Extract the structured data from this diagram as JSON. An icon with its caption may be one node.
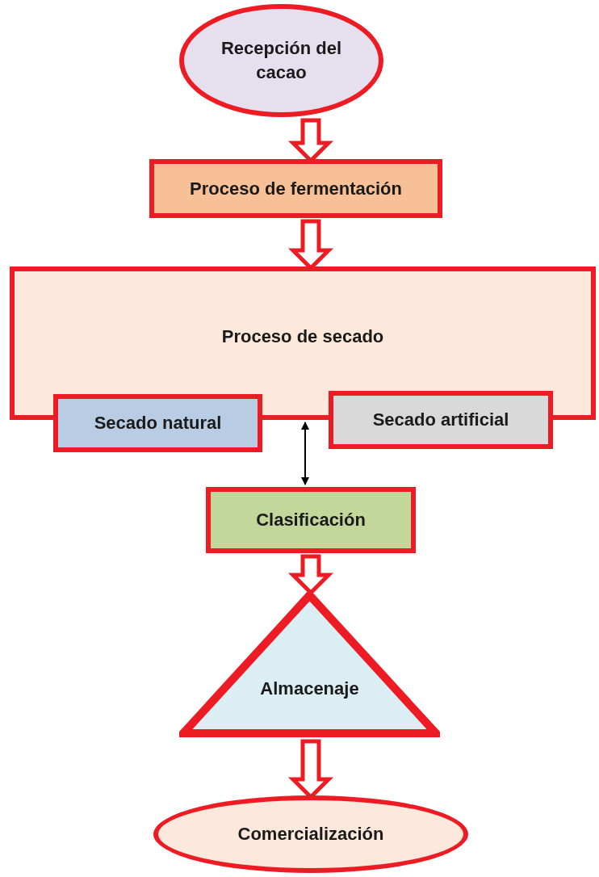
{
  "diagram": {
    "nodes": [
      {
        "text": [
          "Recepción del cacao"
        ]
      },
      {
        "text": [
          "Proceso de fermentación"
        ]
      },
      {
        "text": [
          "Proceso de secado"
        ]
      },
      {
        "text": [
          "Secado natural"
        ]
      },
      {
        "text": [
          "Secado artificial"
        ]
      },
      {
        "text": [
          "Clasificación"
        ]
      },
      {
        "text": [
          "Almacenaje"
        ]
      },
      {
        "text": [
          "Comercialización"
        ]
      }
    ],
    "edges": [
      {
        "from": 0,
        "to": 1,
        "arrow": "to"
      },
      {
        "from": 1,
        "to": 2,
        "arrow": "to"
      },
      {
        "from": 2,
        "to": 5,
        "arrow": "both",
        "color": "#000000"
      },
      {
        "from": 5,
        "to": 6,
        "arrow": "to"
      },
      {
        "from": 6,
        "to": 7,
        "arrow": "to"
      }
    ]
  }
}
